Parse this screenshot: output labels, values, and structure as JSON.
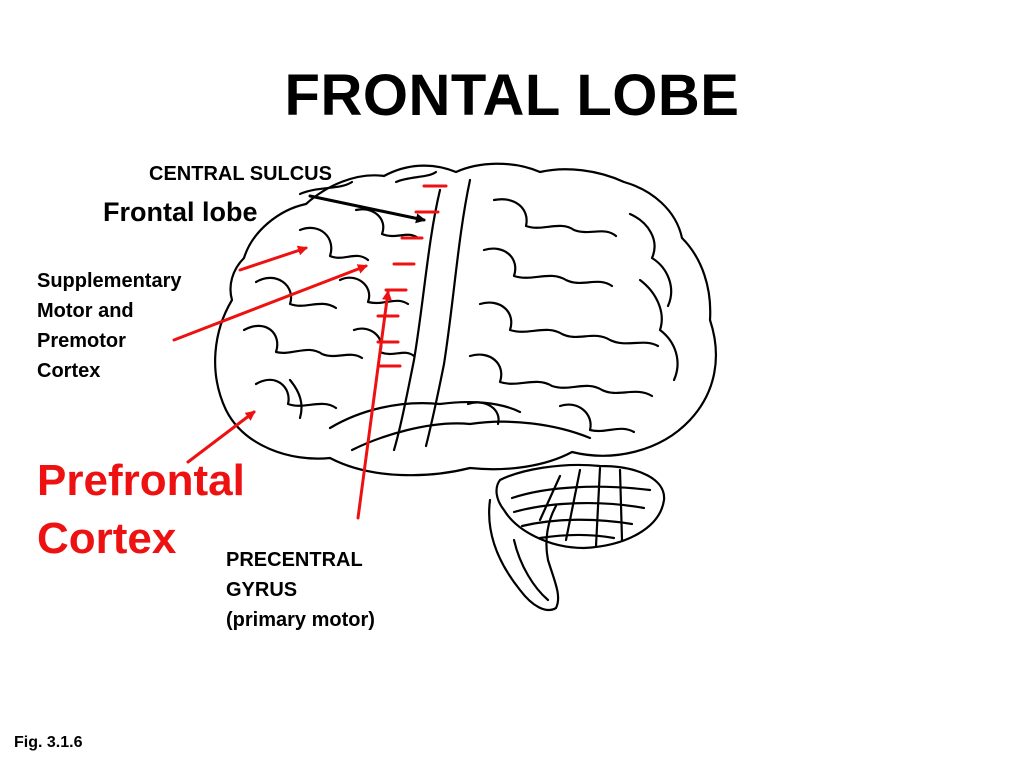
{
  "title": "FRONTAL LOBE",
  "labels": {
    "central_sulcus": "CENTRAL SULCUS",
    "frontal_lobe": "Frontal lobe",
    "sma": [
      "Supplementary",
      "Motor and",
      "Premotor",
      "Cortex"
    ],
    "prefrontal": [
      "Prefrontal",
      "Cortex"
    ],
    "precentral": [
      "PRECENTRAL",
      "GYRUS",
      "(primary motor)"
    ]
  },
  "figure_caption": "Fig. 3.1.6",
  "colors": {
    "highlight": "#ee1111",
    "ink": "#000000",
    "background": "#ffffff"
  }
}
